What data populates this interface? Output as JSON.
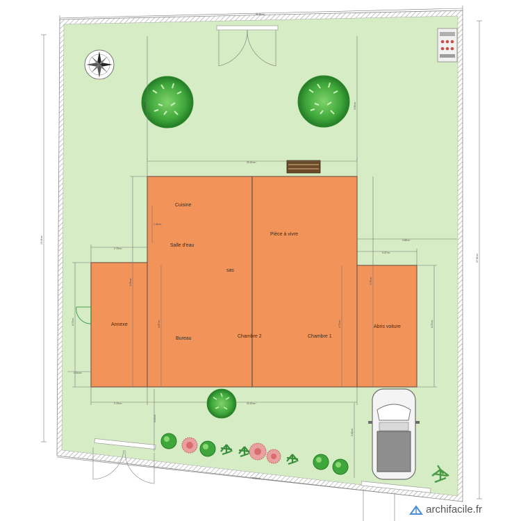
{
  "rooms": {
    "cuisine": "Cuisine",
    "salle_eau": "Salle d'eau",
    "sas": "sas",
    "piece_a_vivre": "Pièce à vivre",
    "annexe": "Annexe",
    "bureau": "Bureau",
    "chambre2": "Chambre 2",
    "chambre1": "Chambre 1",
    "abris_voiture": "Abris voiture"
  },
  "dimensions": {
    "top_total": "56.56 m²",
    "bottom_total": "16.69 m²",
    "left_total": "19.06 m²",
    "right_total": "27.66 m²",
    "house_width_top": "20.20 m²",
    "house_width_bottom": "20.20 m²",
    "annexe_width_top": "2.78 m²",
    "annexe_width_bottom": "2.78 m²",
    "abris_width": "3.37 m²",
    "abris_offset": "3.88 m²",
    "garden_north_left": "3.56 m²",
    "garden_north_right": "3.56 m²",
    "annexe_height": "4.03 m²",
    "annexe_wall_small": "1.04 m²",
    "bureau_height": "4.87 m²",
    "house_height": "2.76 m²",
    "cuisine_gap": "1.45 m²",
    "chambre1_height": "4.72 m²",
    "abris_height": "4.72 m²",
    "abris_left_height": "2.76 m²",
    "south_left": "3.24 m²",
    "south_right": "2.68 m²",
    "south_car": "2.37 m²"
  },
  "icons": [
    "compass-rose-icon",
    "tree-icon",
    "bench-icon",
    "door-icon",
    "car-icon",
    "barbecue-icon",
    "shrub-icon",
    "flower-icon"
  ],
  "colors": {
    "garden": "#d5ecc4",
    "room": "#f2935a",
    "border": "#9d9d9d"
  },
  "watermark": {
    "brand": "archifacile.fr"
  }
}
